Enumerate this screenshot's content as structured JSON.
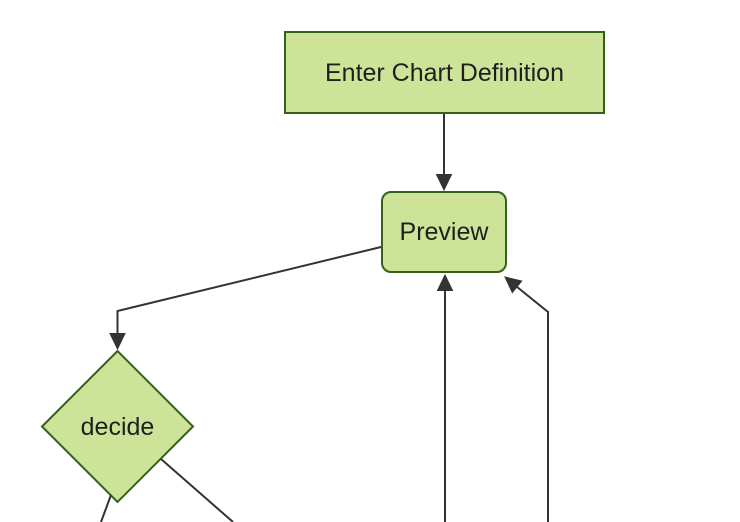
{
  "diagram": {
    "nodes": [
      {
        "id": "definition",
        "label": "Enter Chart Definition",
        "shape": "rectangle"
      },
      {
        "id": "preview",
        "label": "Preview",
        "shape": "rounded-rectangle"
      },
      {
        "id": "decide",
        "label": "decide",
        "shape": "diamond"
      }
    ],
    "edges": [
      {
        "from": "definition",
        "to": "preview",
        "arrow": true
      },
      {
        "from": "preview",
        "to": "decide",
        "arrow": true
      },
      {
        "from": "offscreen-bottom-mid",
        "to": "preview",
        "arrow": true
      },
      {
        "from": "offscreen-bottom-right",
        "to": "preview",
        "arrow": true
      },
      {
        "from": "decide",
        "to": "offscreen-bottom-left",
        "arrow": false
      },
      {
        "from": "decide",
        "to": "offscreen-bottom-right",
        "arrow": false
      }
    ],
    "colors": {
      "node_fill": "#cde498",
      "node_border": "#33611b",
      "edge_line": "#333333",
      "label_text": "#1f1f1f",
      "background": "#ffffff"
    }
  }
}
